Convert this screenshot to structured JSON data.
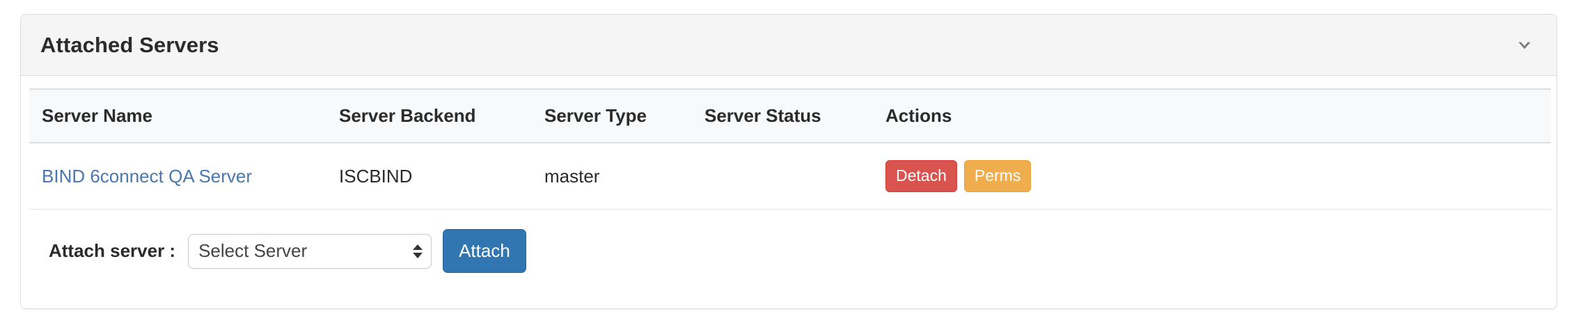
{
  "panel": {
    "title": "Attached Servers",
    "collapse_icon": "chevron-down-icon"
  },
  "table": {
    "columns": [
      {
        "key": "server_name",
        "label": "Server Name"
      },
      {
        "key": "server_backend",
        "label": "Server Backend"
      },
      {
        "key": "server_type",
        "label": "Server Type"
      },
      {
        "key": "server_status",
        "label": "Server Status"
      },
      {
        "key": "actions",
        "label": "Actions"
      }
    ],
    "rows": [
      {
        "server_name": "BIND 6connect QA Server",
        "server_backend": "ISCBIND",
        "server_type": "master",
        "server_status": "",
        "actions": [
          {
            "label": "Detach",
            "style": "danger",
            "color": "#d9534f"
          },
          {
            "label": "Perms",
            "style": "warning",
            "color": "#f0ad4e"
          }
        ]
      }
    ]
  },
  "attach_form": {
    "label": "Attach server :",
    "select": {
      "selected": "Select Server",
      "options": [
        "Select Server"
      ]
    },
    "submit_label": "Attach"
  },
  "colors": {
    "link": "#4a77ad",
    "primary": "#3276b1",
    "danger": "#d9534f",
    "warning": "#f0ad4e",
    "panel_heading_bg": "#f5f5f5",
    "table_head_bg": "#f8f9fa",
    "border": "#dddddd"
  }
}
